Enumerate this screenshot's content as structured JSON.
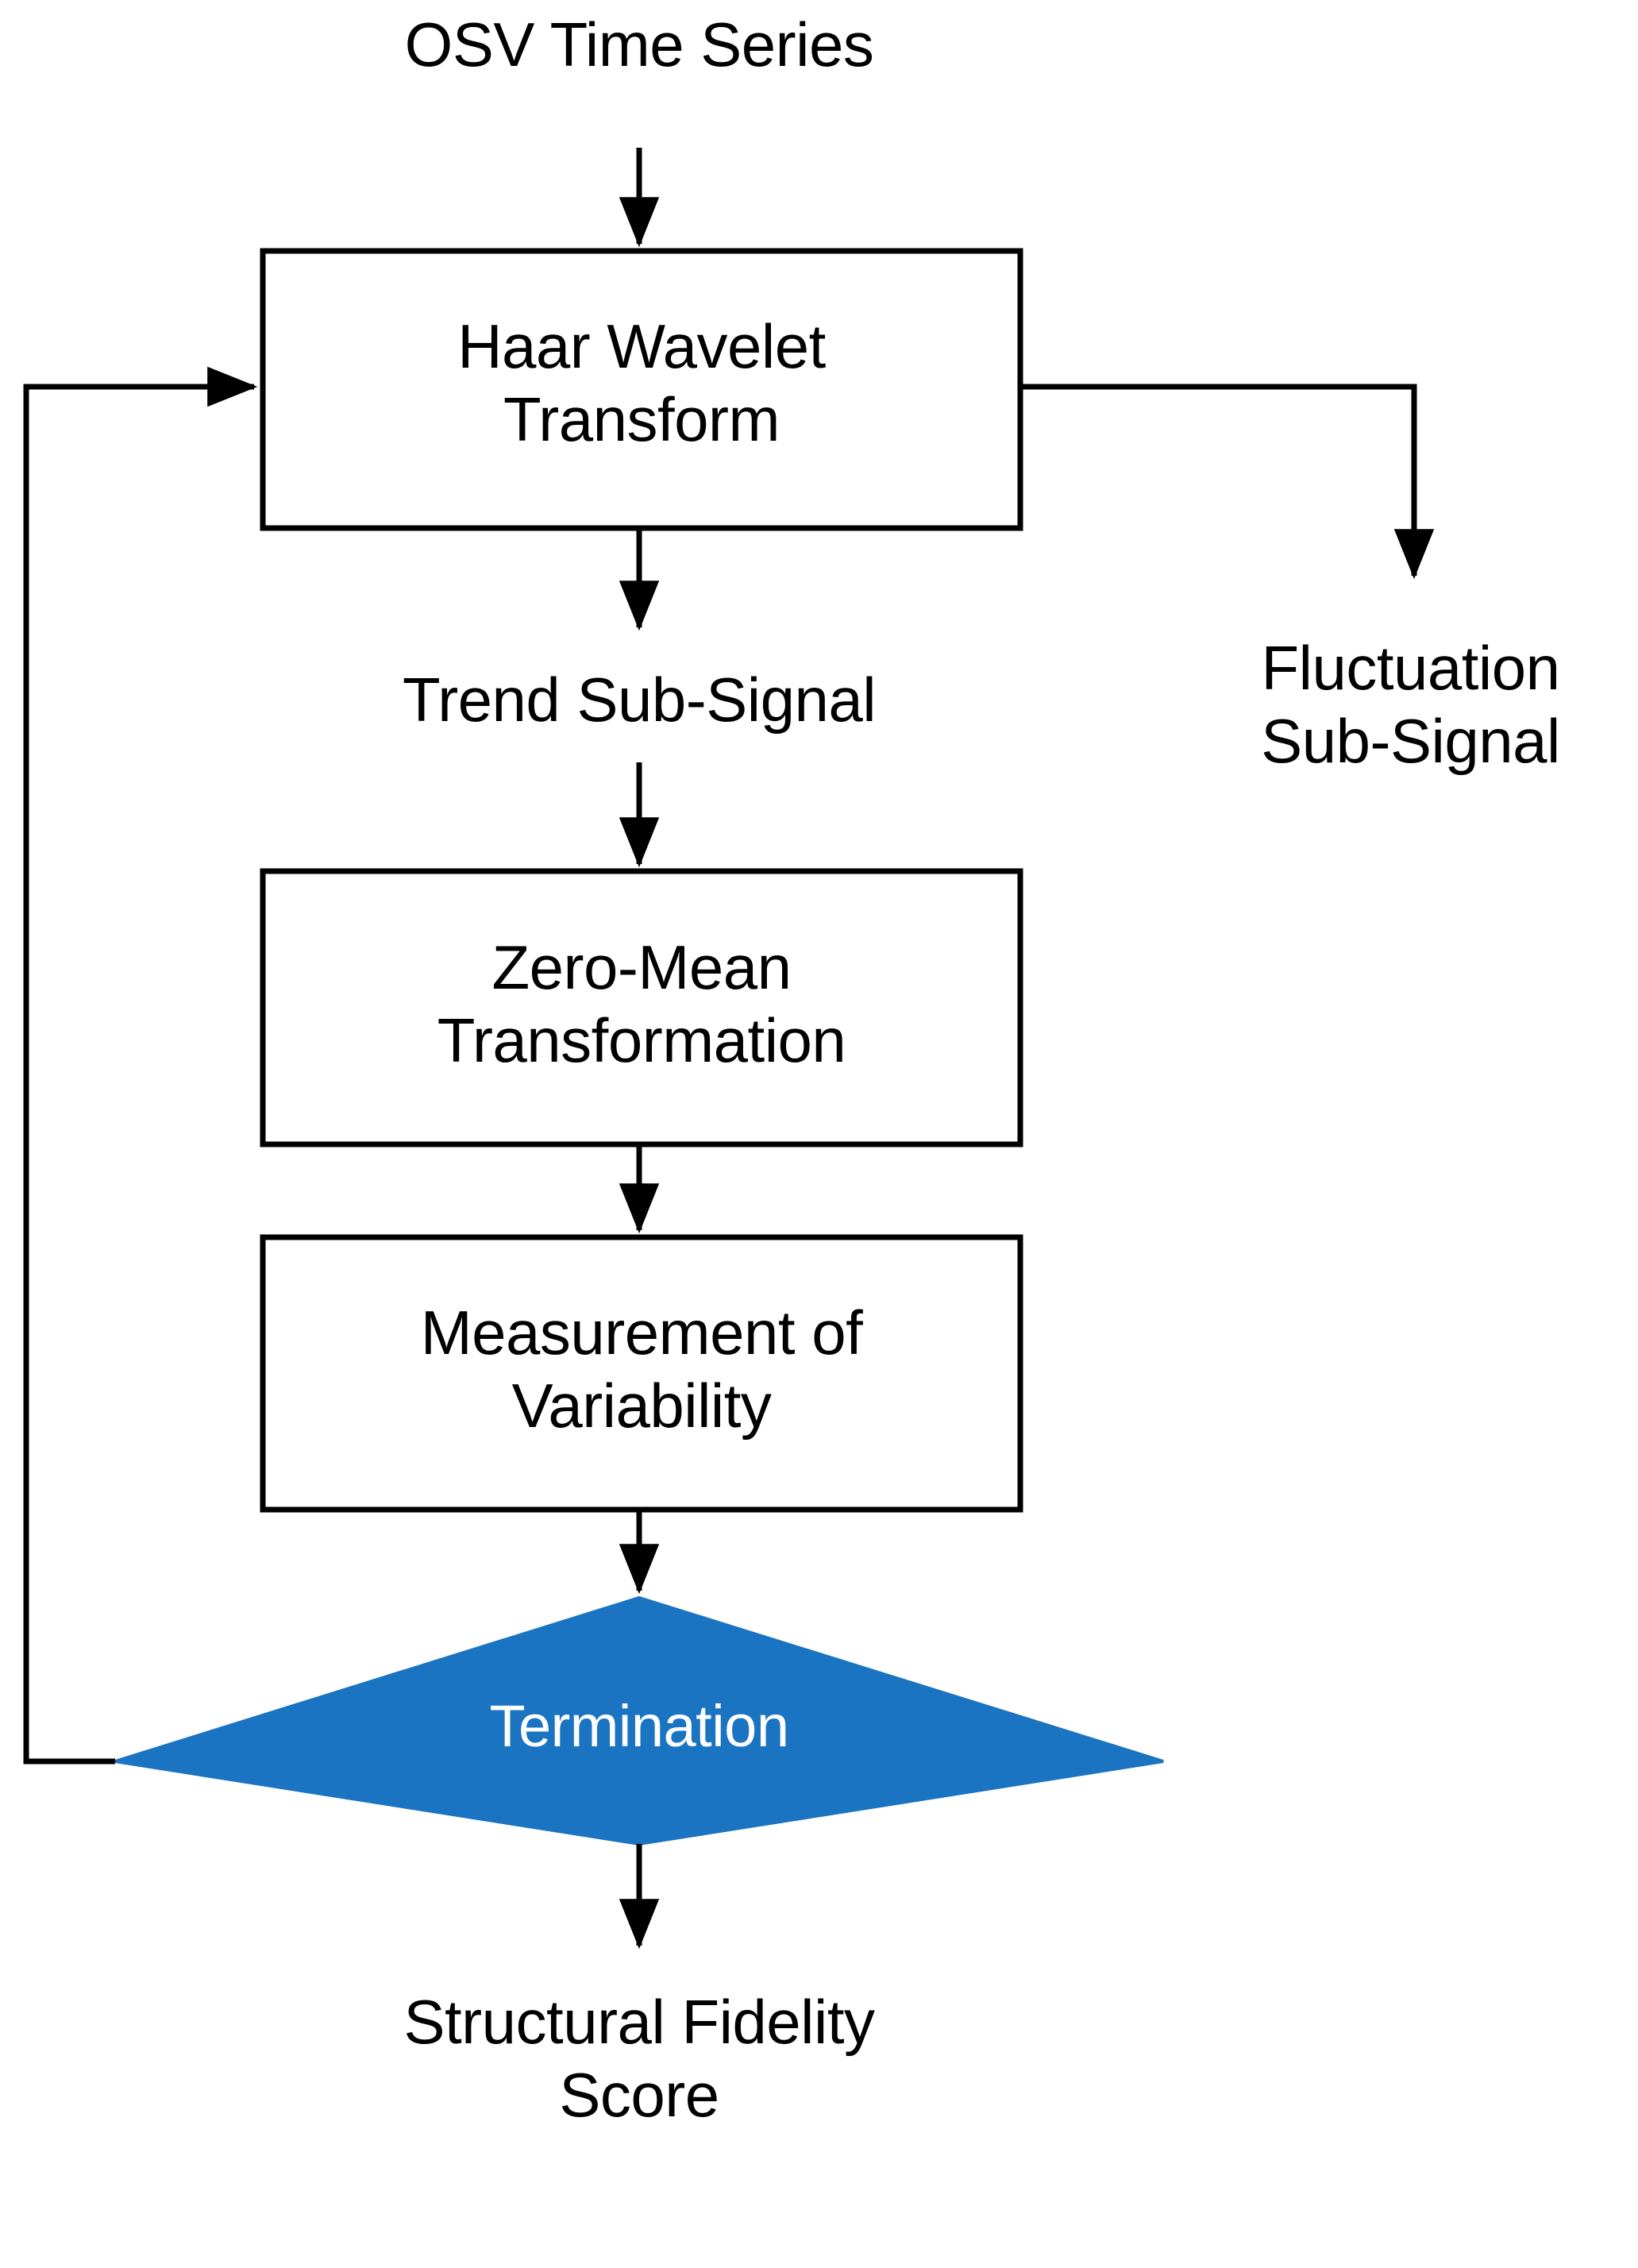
{
  "diagram": {
    "title": "OSV Time Series Structural Fidelity flowchart",
    "background_color": "#ffffff",
    "line_color": "#000000",
    "accent_color": "#1a74c2",
    "text_color": "#000000",
    "inverse_text_color": "#ffffff"
  },
  "nodes": {
    "input_label": "OSV Time Series",
    "haar_box": "Haar Wavelet\nTransform",
    "fluctuation_label": "Fluctuation\nSub-Signal",
    "trend_label": "Trend Sub-Signal",
    "zero_mean_box": "Zero-Mean\nTransformation",
    "variability_box": "Measurement of\nVariability",
    "termination_diamond": "Termination",
    "output_label": "Structural Fidelity\nScore"
  },
  "chart_data": {
    "type": "diagram",
    "title": "OSV Time Series Structural Fidelity flowchart",
    "nodes": [
      {
        "id": "input",
        "label": "OSV Time Series",
        "shape": "text",
        "fill": "none",
        "text_color": "#000000"
      },
      {
        "id": "haar",
        "label": "Haar Wavelet Transform",
        "shape": "rectangle",
        "fill": "#ffffff",
        "stroke": "#000000",
        "text_color": "#000000"
      },
      {
        "id": "fluctuation",
        "label": "Fluctuation Sub-Signal",
        "shape": "text",
        "fill": "none",
        "text_color": "#000000"
      },
      {
        "id": "trend",
        "label": "Trend Sub-Signal",
        "shape": "text",
        "fill": "none",
        "text_color": "#000000"
      },
      {
        "id": "zeromean",
        "label": "Zero-Mean Transformation",
        "shape": "rectangle",
        "fill": "#ffffff",
        "stroke": "#000000",
        "text_color": "#000000"
      },
      {
        "id": "variability",
        "label": "Measurement of Variability",
        "shape": "rectangle",
        "fill": "#ffffff",
        "stroke": "#000000",
        "text_color": "#000000"
      },
      {
        "id": "termination",
        "label": "Termination",
        "shape": "diamond",
        "fill": "#1a74c2",
        "stroke": "#1a74c2",
        "text_color": "#ffffff"
      },
      {
        "id": "output",
        "label": "Structural Fidelity Score",
        "shape": "text",
        "fill": "none",
        "text_color": "#000000"
      }
    ],
    "edges": [
      {
        "from": "input",
        "to": "haar",
        "style": "arrow",
        "label": ""
      },
      {
        "from": "haar",
        "to": "fluctuation",
        "style": "elbow-arrow",
        "label": ""
      },
      {
        "from": "haar",
        "to": "trend",
        "style": "arrow",
        "label": ""
      },
      {
        "from": "trend",
        "to": "zeromean",
        "style": "arrow",
        "label": ""
      },
      {
        "from": "zeromean",
        "to": "variability",
        "style": "arrow",
        "label": ""
      },
      {
        "from": "variability",
        "to": "termination",
        "style": "arrow",
        "label": ""
      },
      {
        "from": "termination",
        "to": "output",
        "style": "arrow",
        "label": ""
      },
      {
        "from": "termination",
        "to": "haar",
        "style": "feedback-elbow-arrow",
        "label": ""
      }
    ],
    "legend": [],
    "annotations": []
  }
}
